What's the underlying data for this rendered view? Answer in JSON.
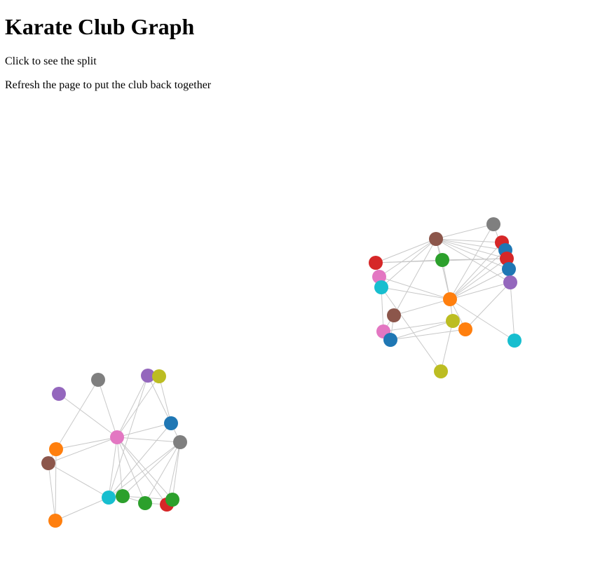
{
  "page": {
    "title": "Karate Club Graph",
    "instructions": [
      "Click to see the split",
      "Refresh the page to put the club back together"
    ]
  },
  "graph": {
    "node_color_palette": {
      "blue": "#1f77b4",
      "orange": "#ff7f0e",
      "green": "#2ca02c",
      "red": "#d62728",
      "purple": "#9467bd",
      "brown": "#8c564b",
      "pink": "#e377c2",
      "gray": "#7f7f7f",
      "olive": "#bcbd22",
      "cyan": "#17becf"
    },
    "edge_color": "#c8c8c8",
    "node_count": 34,
    "edge_count": 78
  }
}
